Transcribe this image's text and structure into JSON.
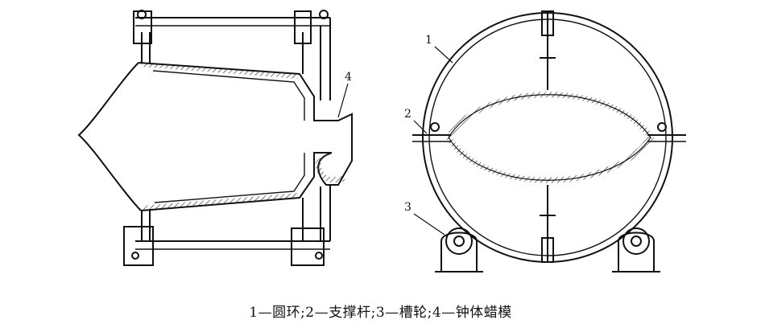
{
  "figure": {
    "labels": {
      "ring": "1",
      "support_rod": "2",
      "groove_wheel": "3",
      "bell_wax_mold": "4"
    },
    "caption": "1—圆环;2—支撑杆;3—槽轮;4—钟体蜡模"
  }
}
